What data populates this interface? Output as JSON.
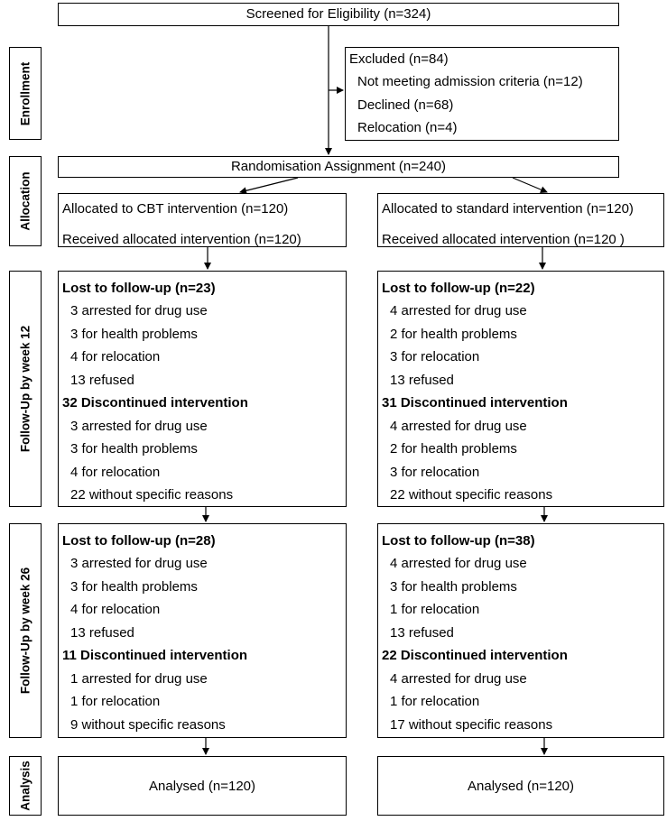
{
  "stages": {
    "enrollment": "Enrollment",
    "allocation": "Allocation",
    "followup12": "Follow-Up by week 12",
    "followup26": "Follow-Up by week 26",
    "analysis": "Analysis"
  },
  "screened": "Screened for Eligibility (n=324)",
  "excluded": {
    "title": "Excluded (n=84)",
    "items": [
      "Not meeting admission criteria (n=12)",
      "Declined (n=68)",
      "Relocation (n=4)"
    ]
  },
  "randomisation": "Randomisation Assignment (n=240)",
  "cbt": {
    "allocated": "Allocated to CBT intervention (n=120)",
    "received": "Received allocated intervention (n=120)",
    "week12": {
      "lost_title": "Lost to follow-up (n=23)",
      "lost_items": [
        "3 arrested for drug use",
        "3 for health problems",
        "4 for relocation",
        "13 refused"
      ],
      "disc_title": "32 Discontinued intervention",
      "disc_items": [
        "3 arrested for drug use",
        "3 for health problems",
        "4 for relocation",
        "22 without specific reasons"
      ]
    },
    "week26": {
      "lost_title": "Lost to follow-up (n=28)",
      "lost_items": [
        "3 arrested for drug use",
        "3 for health problems",
        "4 for relocation",
        "13 refused"
      ],
      "disc_title": "11 Discontinued intervention",
      "disc_items": [
        "1 arrested for drug use",
        "1 for relocation",
        "9 without specific reasons"
      ]
    },
    "analysed": "Analysed  (n=120)"
  },
  "standard": {
    "allocated": "Allocated to standard intervention (n=120)",
    "received": "Received allocated intervention (n=120  )",
    "week12": {
      "lost_title": "Lost to follow-up (n=22)",
      "lost_items": [
        "4 arrested for drug use",
        "2 for health problems",
        "3 for relocation",
        "13 refused"
      ],
      "disc_title": "31 Discontinued intervention",
      "disc_items": [
        "4 arrested for drug use",
        "2 for health problems",
        "3 for relocation",
        "22 without specific reasons"
      ]
    },
    "week26": {
      "lost_title": "Lost to follow-up (n=38)",
      "lost_items": [
        "4 arrested for drug use",
        "3 for health problems",
        "1 for relocation",
        "13 refused"
      ],
      "disc_title": "22 Discontinued intervention",
      "disc_items": [
        "4 arrested for drug use",
        "1 for relocation",
        "17 without specific reasons"
      ]
    },
    "analysed": "Analysed  (n=120)"
  }
}
